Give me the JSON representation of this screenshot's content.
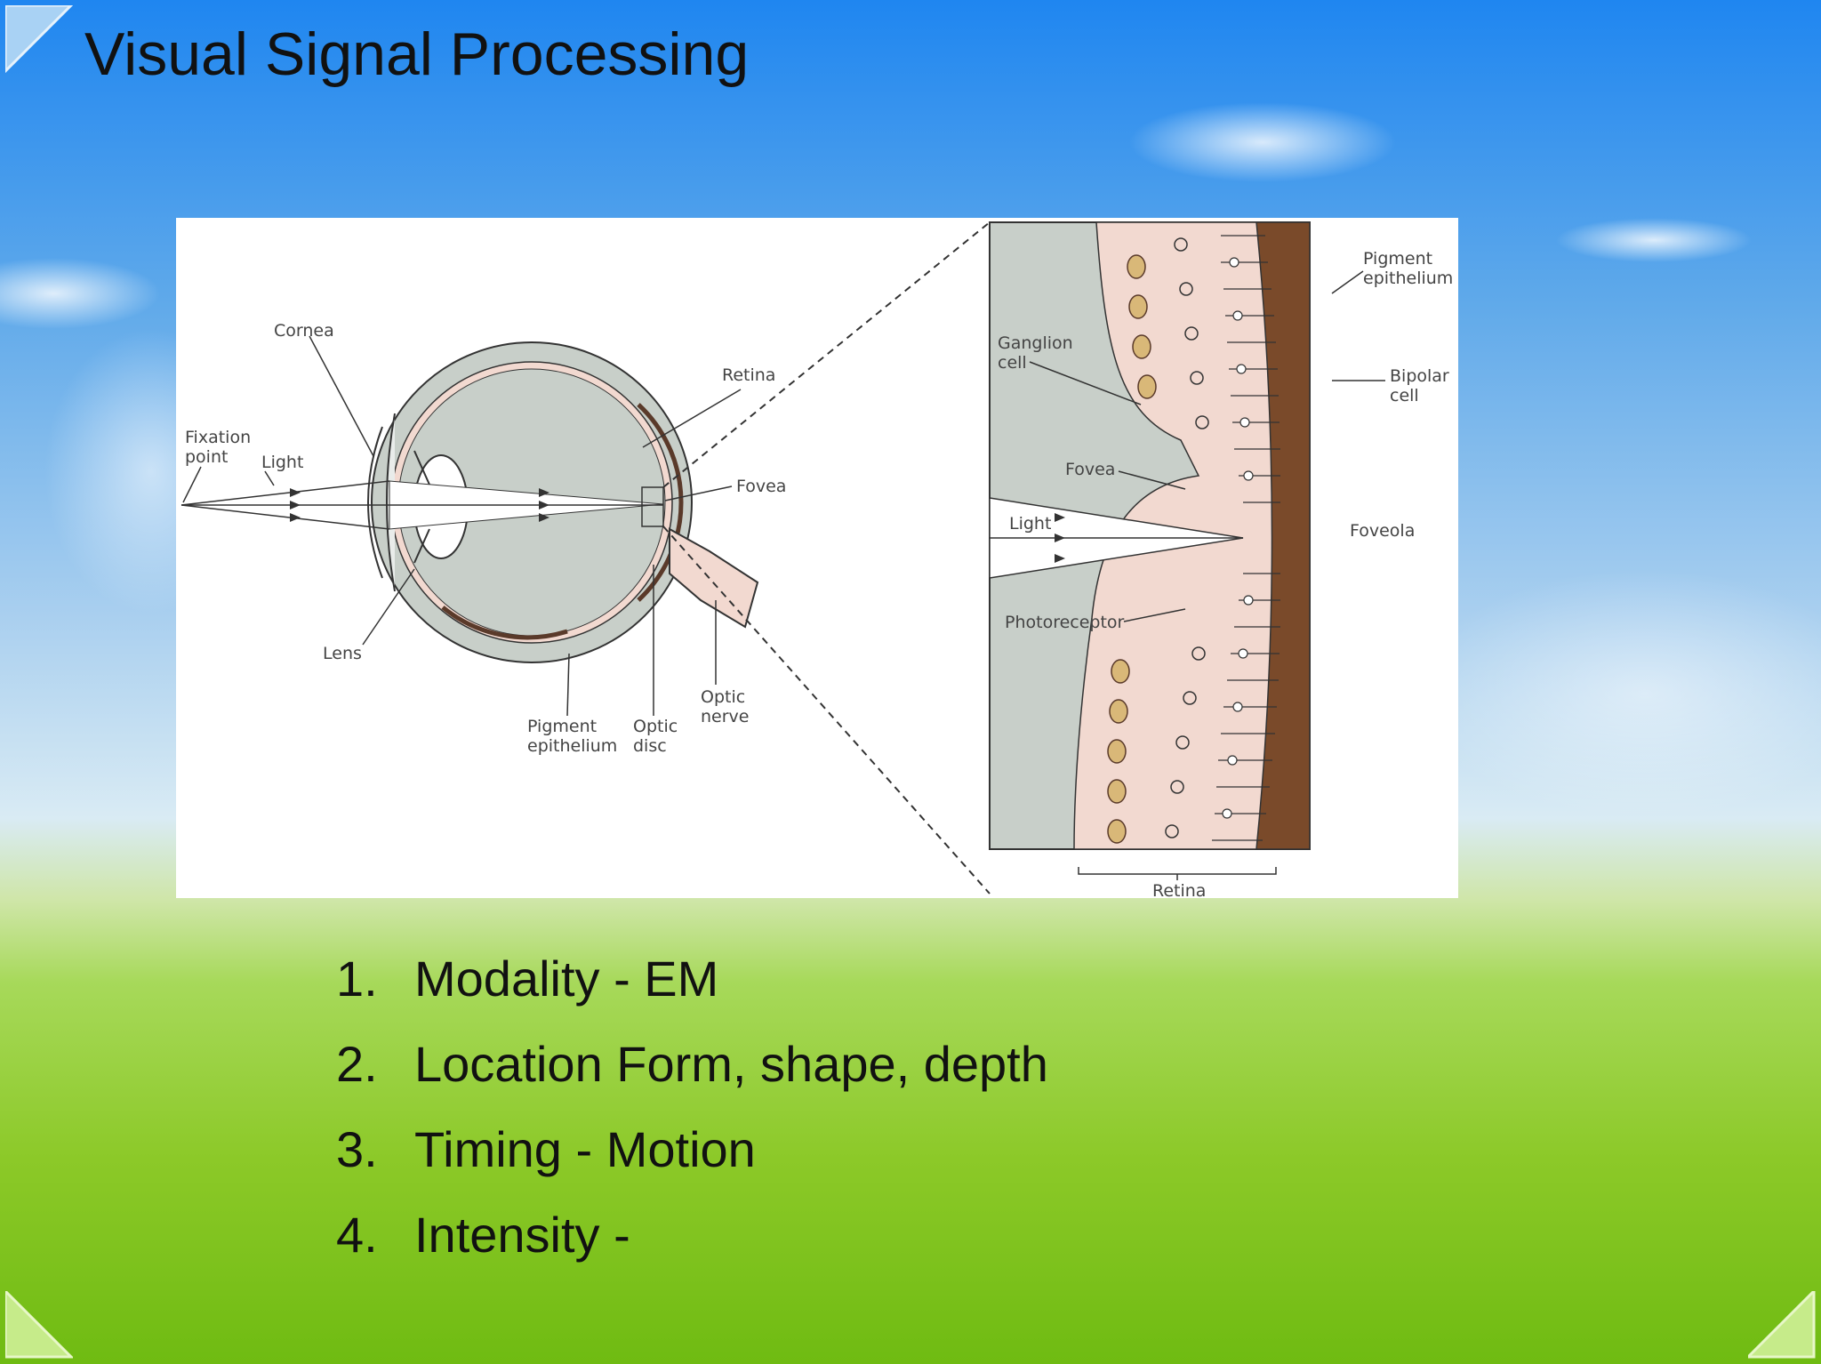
{
  "slide": {
    "title": "Visual Signal Processing",
    "list": [
      {
        "num": "1.",
        "text": "Modality - EM"
      },
      {
        "num": "2.",
        "text": "Location Form, shape, depth"
      },
      {
        "num": "3.",
        "text": "Timing - Motion"
      },
      {
        "num": "4.",
        "text": "Intensity -"
      }
    ]
  },
  "figure": {
    "labels": {
      "cornea": "Cornea",
      "fixation_point": [
        "Fixation",
        "point"
      ],
      "light_left": "Light",
      "lens": "Lens",
      "retina_top": "Retina",
      "fovea_left": "Fovea",
      "pigment_epithelium_left": [
        "Pigment",
        "epithelium"
      ],
      "optic_disc": [
        "Optic",
        "disc"
      ],
      "optic_nerve": [
        "Optic",
        "nerve"
      ],
      "ganglion_cell": [
        "Ganglion",
        "cell"
      ],
      "fovea_right": "Fovea",
      "light_right": "Light",
      "photoreceptor": "Photoreceptor",
      "pigment_epithelium_right": [
        "Pigment",
        "epithelium"
      ],
      "bipolar_cell": [
        "Bipolar",
        "cell"
      ],
      "foveola": "Foveola",
      "retina_bottom": "Retina"
    }
  },
  "colors": {
    "sky_top": "#2f8ff0",
    "sky_mid": "#bcdcf2",
    "grass": "#8ccc2a",
    "eye_gray": "#c8cfc9",
    "retina_pink": "#f2d9d0",
    "retina_dark": "#5a3a2a",
    "cell_yellow": "#d9b878",
    "corner_light": "#9cc8ee",
    "corner_green": "#c6eb8a"
  }
}
